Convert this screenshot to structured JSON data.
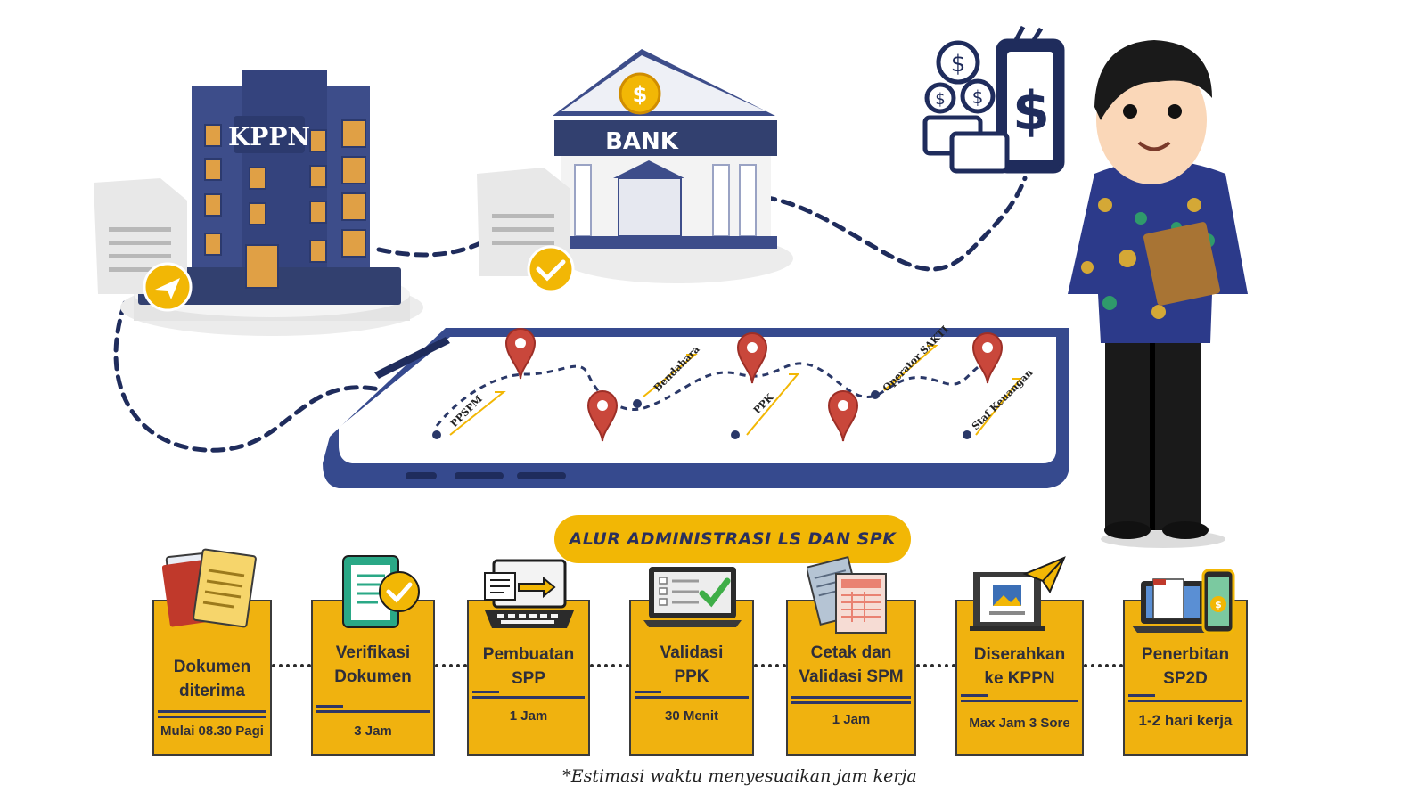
{
  "illustration": {
    "kppn_label": "KPPN",
    "bank_label": "BANK",
    "route_labels": [
      "PPSPM",
      "Bendahara",
      "PPK",
      "Operator SAKTI",
      "Staf Keuangan"
    ]
  },
  "flow": {
    "title": "ALUR ADMINISTRASI LS DAN SPK",
    "steps": [
      {
        "title_line1": "Dokumen",
        "title_line2": "diterima",
        "time": "Mulai 08.30 Pagi",
        "icon": "documents-icon"
      },
      {
        "title_line1": "Verifikasi",
        "title_line2": "Dokumen",
        "time": "3 Jam",
        "icon": "checked-document-icon"
      },
      {
        "title_line1": "Pembuatan",
        "title_line2": "SPP",
        "time": "1 Jam",
        "icon": "laptop-transfer-icon"
      },
      {
        "title_line1": "Validasi",
        "title_line2": "PPK",
        "time": "30 Menit",
        "icon": "laptop-checklist-icon"
      },
      {
        "title_line1": "Cetak dan",
        "title_line2": "Validasi SPM",
        "time": "1 Jam",
        "icon": "printed-forms-icon"
      },
      {
        "title_line1": "Diserahkan",
        "title_line2": "ke KPPN",
        "time": "Max Jam 3 Sore",
        "icon": "send-document-icon"
      },
      {
        "title_line1": "Penerbitan",
        "title_line2": "SP2D",
        "time": "1-2 hari kerja",
        "icon": "laptop-phone-icon"
      }
    ],
    "footnote": "*Estimasi waktu menyesuaikan jam kerja"
  },
  "colors": {
    "accent": "#f0b20f",
    "navy": "#2e3666",
    "pin_red": "#c9473b"
  }
}
